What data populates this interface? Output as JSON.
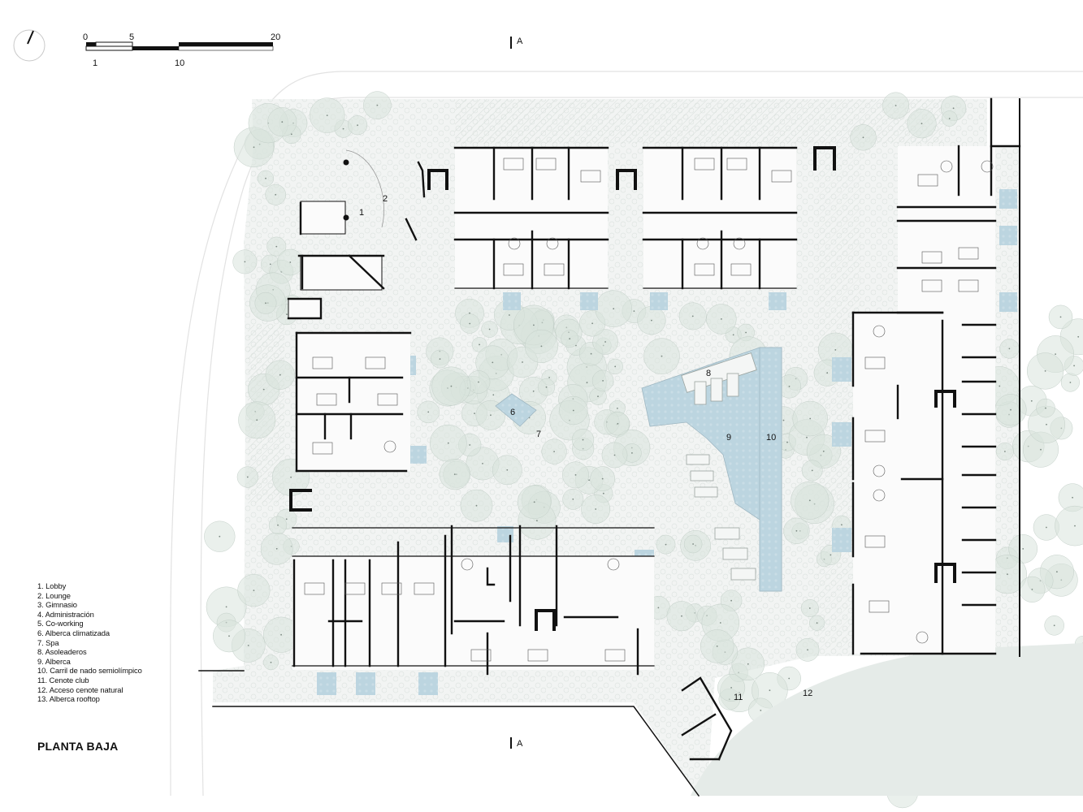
{
  "scale_bar": {
    "top_ticks": [
      "0",
      "5",
      "20"
    ],
    "bottom_ticks": [
      "1",
      "10"
    ]
  },
  "section_markers": [
    "A",
    "A"
  ],
  "room_numbers": [
    "1",
    "2",
    "6",
    "7",
    "8",
    "9",
    "10",
    "11",
    "12"
  ],
  "legend": [
    "1. Lobby",
    "2. Lounge",
    "3. Gimnasio",
    "4. Administración",
    "5. Co-working",
    "6. Alberca climatizada",
    "7. Spa",
    "8. Asoleaderos",
    "9. Alberca",
    "10. Carril de nado semiolímpico",
    "11. Cenote club",
    "12. Acceso cenote natural",
    "13. Alberca rooftop"
  ],
  "title": "PLANTA BAJA",
  "colors": {
    "walls": "#111111",
    "water": "#b9d3df",
    "vegetation": "#d9e3dd",
    "paving": "#eef1ef",
    "hatch": "#cfd6d2"
  },
  "icons": [
    "north-arrow-icon"
  ]
}
